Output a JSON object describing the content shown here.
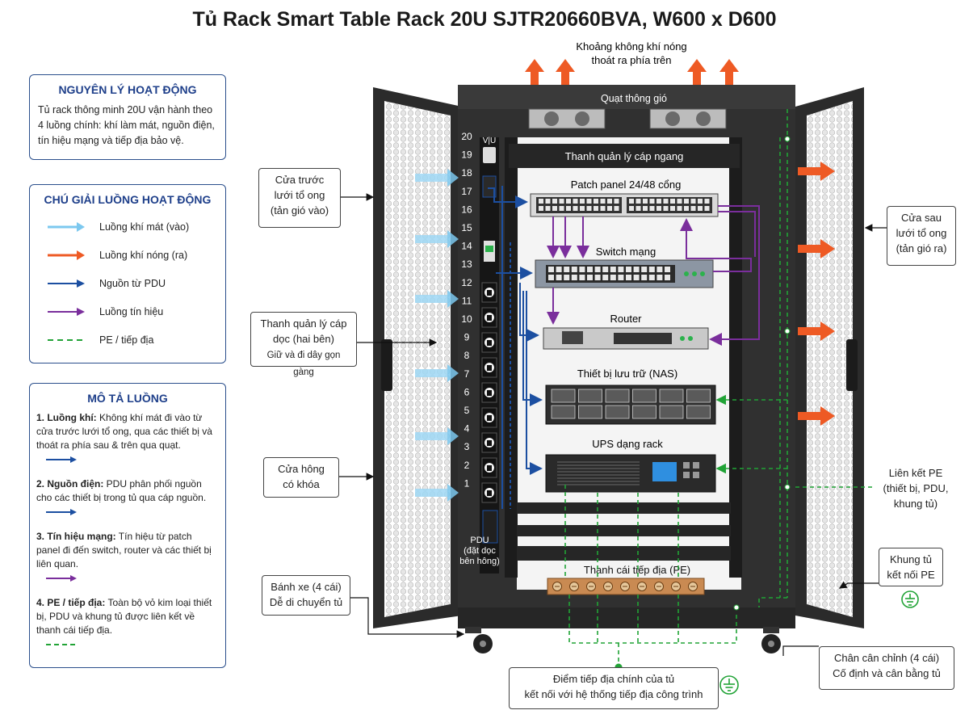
{
  "title": "Tủ Rack Smart Table Rack 20U SJTR20660BVA, W600 x D600",
  "principle": {
    "heading": "NGUYÊN LÝ HOẠT ĐỘNG",
    "text": "Tủ rack thông minh 20U vận hành theo 4 luồng chính: khí làm mát, nguồn điện, tín hiệu mạng và tiếp địa bảo vệ."
  },
  "legend": {
    "heading": "CHÚ GIẢI LUỒNG HOẠT ĐỘNG",
    "items": [
      {
        "label": "Luồng khí mát (vào)",
        "color": "#7cc8ef"
      },
      {
        "label": "Luồng khí nóng (ra)",
        "color": "#ee5a24"
      },
      {
        "label": "Nguồn từ PDU",
        "color": "#1c4fa1"
      },
      {
        "label": "Luồng tín hiệu",
        "color": "#7a2e9c"
      },
      {
        "label": "PE / tiếp địa",
        "color": "#21a336"
      }
    ]
  },
  "flows": {
    "heading": "MÔ TẢ LUỒNG",
    "steps": [
      {
        "title": "1. Luồng khí:",
        "text": "Không khí mát đi vào từ cửa trước lưới tổ ong, qua các thiết bị và thoát ra phía sau & trên qua quạt."
      },
      {
        "title": "2. Nguồn điện:",
        "text": "PDU phân phối nguồn cho các thiết bị trong tủ qua cáp nguồn."
      },
      {
        "title": "3. Tín hiệu mạng:",
        "text": "Tín hiệu từ patch panel đi đến switch, router và các thiết bị liên quan."
      },
      {
        "title": "4. PE / tiếp địa:",
        "text": "Toàn bộ vỏ kim loại thiết bị, PDU và khung tủ được liên kết về thanh cái tiếp địa."
      }
    ]
  },
  "rack": {
    "hot_air_note": [
      "Khoảng không khí nóng",
      "thoát ra phía trên"
    ],
    "fan_label": "Quạt thông gió",
    "cable_manager": "Thanh quản lý cáp ngang",
    "unit_labels": [
      "20",
      "19",
      "18",
      "17",
      "16",
      "15",
      "14",
      "13",
      "12",
      "11",
      "10",
      "9",
      "8",
      "7",
      "6",
      "5",
      "4",
      "3",
      "2",
      "1"
    ],
    "devices": {
      "patch_panel": "Patch panel 24/48 cổng",
      "switch": "Switch mạng",
      "router": "Router",
      "nas": "Thiết bị lưu trữ (NAS)",
      "ups": "UPS dạng rack"
    },
    "ground_bar": "Thanh cái tiếp địa (PE)",
    "pdu_note": [
      "PDU",
      "(đặt dọc",
      "bên hông)"
    ],
    "pdu_top": "V|U"
  },
  "callouts": {
    "front_door": [
      "Cửa trước",
      "lưới tổ ong",
      "(tản gió vào)"
    ],
    "vertical_cable": [
      "Thanh quản lý cáp",
      "dọc (hai bên)",
      "Giữ và đi dây gọn gàng"
    ],
    "side_door": [
      "Cửa hông",
      "có khóa"
    ],
    "casters": [
      "Bánh xe (4 cái)",
      "Dễ di chuyển tủ"
    ],
    "rear_door": [
      "Cửa sau",
      "lưới tổ ong",
      "(tản gió ra)"
    ],
    "pe_link": [
      "Liên kết PE",
      "(thiết bị, PDU,",
      "khung tủ)"
    ],
    "frame_pe": [
      "Khung tủ",
      "kết nối PE"
    ],
    "leveling": [
      "Chân cân chỉnh (4 cái)",
      "Cố định và cân bằng tủ"
    ],
    "main_ground": [
      "Điểm tiếp địa chính của tủ",
      "kết nối với hệ thống tiếp địa công trình"
    ]
  }
}
